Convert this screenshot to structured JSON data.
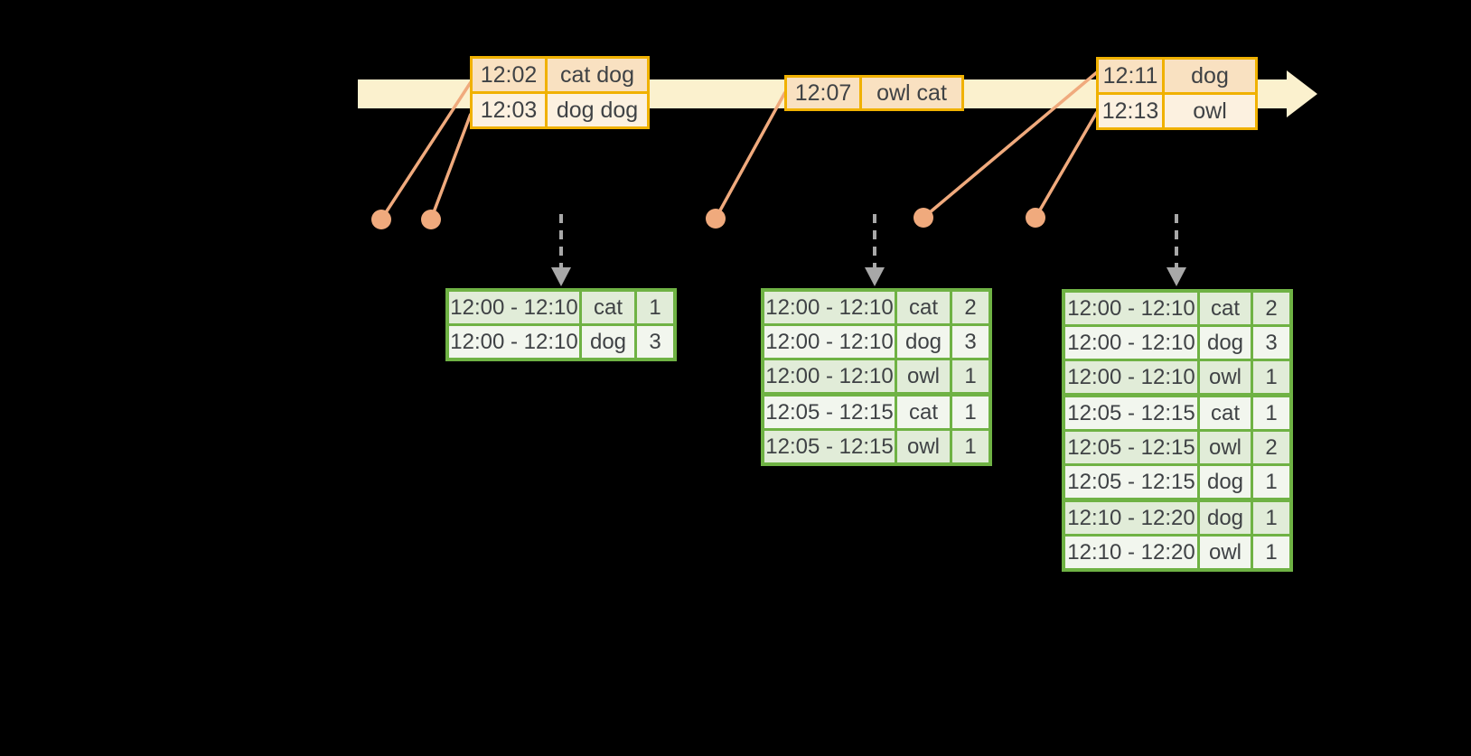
{
  "timeline": {
    "event_tables": [
      {
        "rows": [
          {
            "time": "12:02",
            "words": "cat dog"
          },
          {
            "time": "12:03",
            "words": "dog dog"
          }
        ]
      },
      {
        "rows": [
          {
            "time": "12:07",
            "words": "owl cat"
          }
        ]
      },
      {
        "rows": [
          {
            "time": "12:11",
            "words": "dog"
          },
          {
            "time": "12:13",
            "words": "owl"
          }
        ]
      }
    ]
  },
  "result_tables": [
    {
      "rows": [
        {
          "window": "12:00 - 12:10",
          "word": "cat",
          "count": "1"
        },
        {
          "window": "12:00 - 12:10",
          "word": "dog",
          "count": "3"
        }
      ],
      "group_starts": []
    },
    {
      "rows": [
        {
          "window": "12:00 - 12:10",
          "word": "cat",
          "count": "2"
        },
        {
          "window": "12:00 - 12:10",
          "word": "dog",
          "count": "3"
        },
        {
          "window": "12:00 - 12:10",
          "word": "owl",
          "count": "1"
        },
        {
          "window": "12:05 - 12:15",
          "word": "cat",
          "count": "1"
        },
        {
          "window": "12:05 - 12:15",
          "word": "owl",
          "count": "1"
        }
      ],
      "group_starts": [
        3
      ]
    },
    {
      "rows": [
        {
          "window": "12:00 - 12:10",
          "word": "cat",
          "count": "2"
        },
        {
          "window": "12:00 - 12:10",
          "word": "dog",
          "count": "3"
        },
        {
          "window": "12:00 - 12:10",
          "word": "owl",
          "count": "1"
        },
        {
          "window": "12:05 - 12:15",
          "word": "cat",
          "count": "1"
        },
        {
          "window": "12:05 - 12:15",
          "word": "owl",
          "count": "2"
        },
        {
          "window": "12:05 - 12:15",
          "word": "dog",
          "count": "1"
        },
        {
          "window": "12:10 - 12:20",
          "word": "dog",
          "count": "1"
        },
        {
          "window": "12:10 - 12:20",
          "word": "owl",
          "count": "1"
        }
      ],
      "group_starts": [
        3,
        6
      ]
    }
  ],
  "icons": {
    "timeline_arrow": "right-arrow",
    "event_marker": "dot",
    "trigger_arrow": "dashed-down-arrow"
  },
  "colors": {
    "background": "#000000",
    "timeline-bar": "#FBF1CE",
    "event-border": "#F0B100",
    "event-row-dark": "#F9E1C1",
    "event-row-light": "#FCF1E0",
    "marker": "#F0AA7D",
    "result-border": "#6FB244",
    "result-row-dark": "#E1ECD8",
    "result-row-light": "#F2F6EE",
    "trigger-arrow": "#A8A8A8",
    "text": "#3F4245"
  }
}
